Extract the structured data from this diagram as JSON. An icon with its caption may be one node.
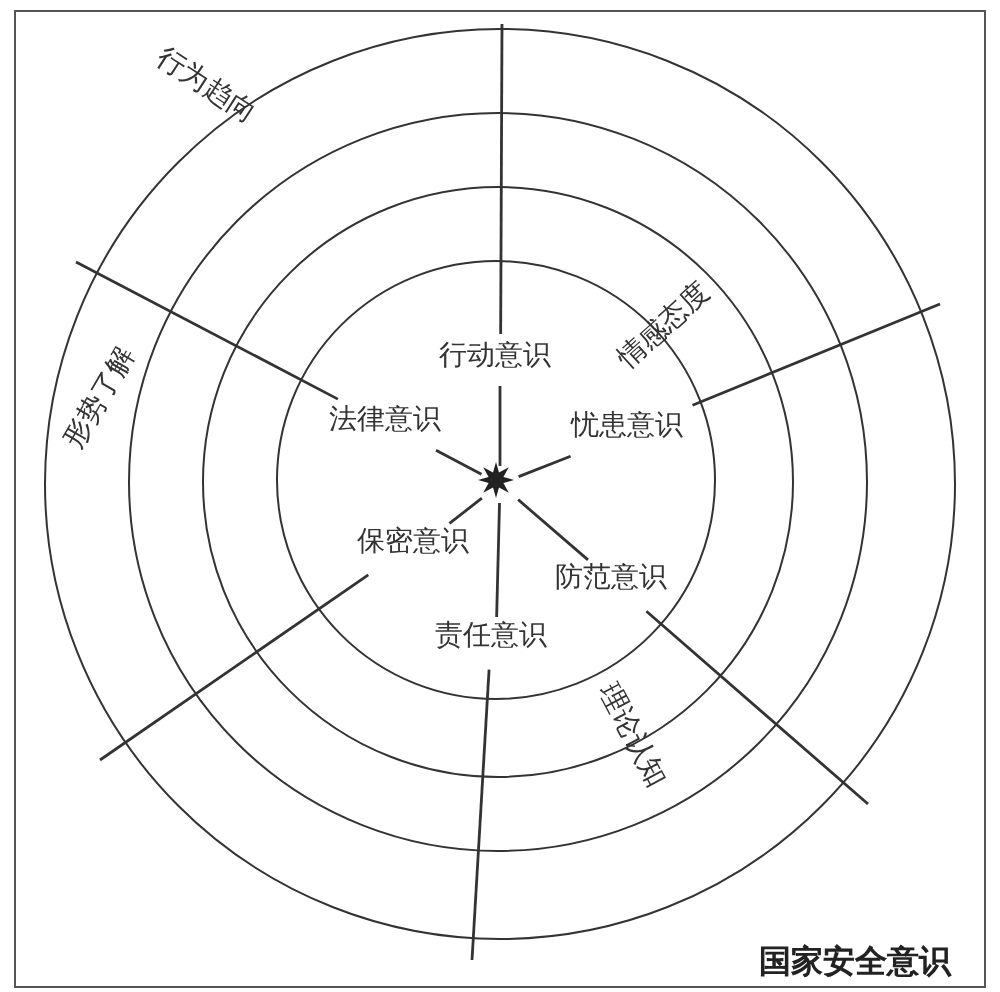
{
  "diagram": {
    "nodes": [
      {
        "text": [
          "国家安全意识"
        ]
      },
      {
        "text": [
          "行为趋向"
        ],
        "in": 0
      },
      {
        "text": [
          "形势了解"
        ],
        "in": 1
      },
      {
        "text": [
          "理论认知"
        ],
        "in": 2
      },
      {
        "text": [
          "情感态度"
        ],
        "in": 3
      },
      {
        "text": [
          "行动意识"
        ],
        "in": 4
      },
      {
        "text": [
          "法律意识"
        ],
        "in": 4
      },
      {
        "text": [
          "忧患意识"
        ],
        "in": 4
      },
      {
        "text": [
          "保密意识"
        ],
        "in": 4
      },
      {
        "text": [
          "防范意识"
        ],
        "in": 4
      },
      {
        "text": [
          "责任意识"
        ],
        "in": 4
      },
      {
        "text": [],
        "shape": "star",
        "in": 4
      }
    ],
    "edges": [
      {
        "from": 11,
        "to": 5,
        "arrow": "none"
      },
      {
        "from": 11,
        "to": 6,
        "arrow": "none"
      },
      {
        "from": 11,
        "to": 7,
        "arrow": "none"
      },
      {
        "from": 11,
        "to": 8,
        "arrow": "none"
      },
      {
        "from": 11,
        "to": 9,
        "arrow": "none"
      },
      {
        "from": 11,
        "to": 10,
        "arrow": "none"
      }
    ]
  }
}
